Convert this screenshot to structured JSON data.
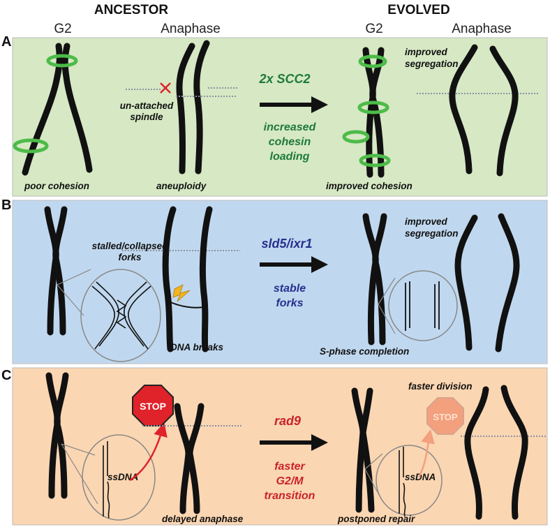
{
  "headers": {
    "ancestor": "ANCESTOR",
    "evolved": "EVOLVED"
  },
  "columns": {
    "g2_left": "G2",
    "anaphase_left": "Anaphase",
    "g2_right": "G2",
    "anaphase_right": "Anaphase"
  },
  "colors": {
    "panel_a": "#d6e8c4",
    "panel_b": "#c0d8ef",
    "panel_c": "#fbd6b2",
    "cohesin": "#4dbb48",
    "panel_a_text": "#1e7a3a",
    "panel_b_text": "#27308f",
    "panel_c_text": "#c8232c",
    "stop_red": "#e0222a",
    "stop_faded": "#f3a07e"
  },
  "panels": {
    "a": {
      "letter": "A",
      "mutation": "2x SCC2",
      "effect": [
        "increased",
        "cohesin",
        "loading"
      ],
      "labels": {
        "unattached_1": "un-attached",
        "unattached_2": "spindle",
        "poor_cohesion": "poor cohesion",
        "aneuploidy": "aneuploidy",
        "improved_cohesion": "improved cohesion",
        "improved_seg_1": "improved",
        "improved_seg_2": "segregation"
      }
    },
    "b": {
      "letter": "B",
      "mutation": "sld5/ixr1",
      "effect": [
        "stable",
        "forks"
      ],
      "labels": {
        "stalled_1": "stalled/collapsed",
        "stalled_2": "forks",
        "dna_breaks": "DNA breaks",
        "sphase": "S-phase completion",
        "improved_seg_1": "improved",
        "improved_seg_2": "segregation"
      }
    },
    "c": {
      "letter": "C",
      "mutation": "rad9",
      "effect": [
        "faster",
        "G2/M",
        "transition"
      ],
      "labels": {
        "stop": "STOP",
        "stop_faded": "STOP",
        "ssdna_left": "ssDNA",
        "ssdna_right": "ssDNA",
        "delayed": "delayed anaphase",
        "postponed": "postponed repair",
        "faster_division": "faster division"
      }
    }
  }
}
